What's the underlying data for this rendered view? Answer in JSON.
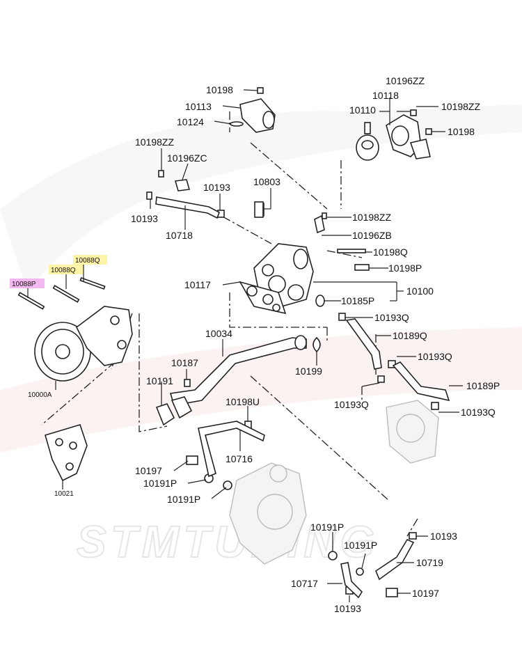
{
  "watermark": "STMTUNING",
  "parts": {
    "p10198_a": "10198",
    "p10113": "10113",
    "p10124": "10124",
    "p10196zz": "10196ZZ",
    "p10118": "10118",
    "p10110": "10110",
    "p10198zz_a": "10198ZZ",
    "p10198_b": "10198",
    "p10198zz_b": "10198ZZ",
    "p10196zc": "10196ZC",
    "p10193_a": "10193",
    "p10803": "10803",
    "p10193_b": "10193",
    "p10718": "10718",
    "p10198zz_c": "10198ZZ",
    "p10196zb": "10196ZB",
    "p10198q": "10198Q",
    "p10198p": "10198P",
    "p10088q_a": "10088Q",
    "p10088q_b": "10088Q",
    "p10088p": "10088P",
    "p10117": "10117",
    "p10100": "10100",
    "p10185p": "10185P",
    "p10193q_a": "10193Q",
    "p10189q": "10189Q",
    "p10034": "10034",
    "p10187": "10187",
    "p10193q_b": "10193Q",
    "p10199": "10199",
    "p10191": "10191",
    "p10189p": "10189P",
    "p10193q_c": "10193Q",
    "p10193q_d": "10193Q",
    "p10000a": "10000A",
    "p10198u": "10198U",
    "p10716": "10716",
    "p10021": "10021",
    "p10197_a": "10197",
    "p10191p_a": "10191P",
    "p10191p_b": "10191P",
    "p10191p_c": "10191P",
    "p10193_c": "10193",
    "p10191p_d": "10191P",
    "p10719": "10719",
    "p10717": "10717",
    "p10197_b": "10197",
    "p10193_d": "10193"
  },
  "colors": {
    "highlight_yellow": "#fff3a8",
    "highlight_pink": "#f4b8f0"
  }
}
